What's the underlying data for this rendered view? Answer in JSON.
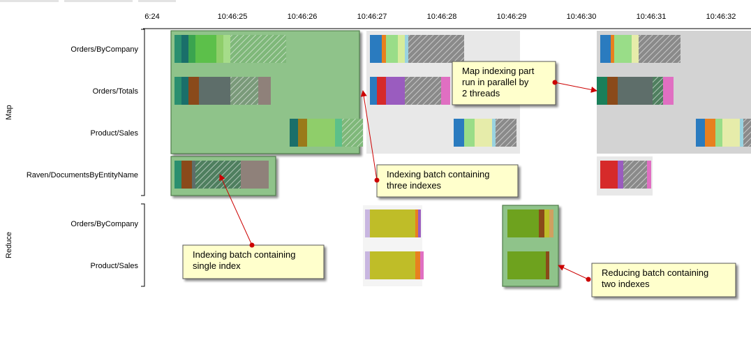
{
  "chart_data": {
    "type": "timeline",
    "x_ticks": [
      "6:24",
      "10:46:25",
      "10:46:26",
      "10:46:27",
      "10:46:28",
      "10:46:29",
      "10:46:30",
      "10:46:31",
      "10:46:32"
    ],
    "x_unit_start_seconds": 24,
    "groups": [
      {
        "name": "Map",
        "rows": [
          "Orders/ByCompany",
          "Orders/Totals",
          "Product/Sales",
          "Raven/DocumentsByEntityName"
        ]
      },
      {
        "name": "Reduce",
        "rows": [
          "Orders/ByCompany",
          "Product/Sales"
        ]
      }
    ],
    "batches": [
      {
        "group": "Map",
        "start": 24.2,
        "end": 26.9,
        "rows": [
          0,
          1,
          2
        ],
        "style": "selected"
      },
      {
        "group": "Map",
        "start": 27.0,
        "end": 29.2,
        "rows": [
          0,
          1,
          2
        ],
        "style": "light"
      },
      {
        "group": "Map",
        "start": 24.2,
        "end": 25.7,
        "rows": [
          3
        ],
        "style": "selected"
      },
      {
        "group": "Map",
        "start": 30.3,
        "end": 32.7,
        "rows": [
          0,
          1,
          2
        ],
        "style": "dark"
      },
      {
        "group": "Map",
        "start": 30.3,
        "end": 31.1,
        "rows": [
          3
        ],
        "style": "light"
      },
      {
        "group": "Reduce",
        "start": 26.95,
        "end": 27.8,
        "rows": [
          0,
          1
        ],
        "style": "white"
      },
      {
        "group": "Reduce",
        "start": 28.95,
        "end": 29.75,
        "rows": [
          0,
          1
        ],
        "style": "selected"
      }
    ],
    "segments": [
      {
        "row": 0,
        "start": 24.25,
        "end": 24.35,
        "color": "#2a8f6f"
      },
      {
        "row": 0,
        "start": 24.35,
        "end": 24.45,
        "color": "#1a6f6a"
      },
      {
        "row": 0,
        "start": 24.45,
        "end": 24.55,
        "color": "#3aa44f"
      },
      {
        "row": 0,
        "start": 24.55,
        "end": 24.85,
        "color": "#5cc04a"
      },
      {
        "row": 0,
        "start": 24.85,
        "end": 24.95,
        "color": "#8fce6a"
      },
      {
        "row": 0,
        "start": 24.95,
        "end": 25.05,
        "color": "#a6dc8a"
      },
      {
        "row": 0,
        "start": 25.05,
        "end": 25.85,
        "color": "#7fb87a",
        "hatch": true
      },
      {
        "row": 0,
        "start": 27.05,
        "end": 27.22,
        "color": "#2a7bbf"
      },
      {
        "row": 0,
        "start": 27.22,
        "end": 27.28,
        "color": "#e8801f"
      },
      {
        "row": 0,
        "start": 27.28,
        "end": 27.45,
        "color": "#99dd88"
      },
      {
        "row": 0,
        "start": 27.45,
        "end": 27.55,
        "color": "#d6ec9c"
      },
      {
        "row": 0,
        "start": 27.55,
        "end": 27.6,
        "color": "#9ad3e0"
      },
      {
        "row": 0,
        "start": 27.6,
        "end": 28.4,
        "color": "#8a8a8a",
        "hatch": true
      },
      {
        "row": 1,
        "start": 24.25,
        "end": 24.35,
        "color": "#2a8f6f"
      },
      {
        "row": 1,
        "start": 24.35,
        "end": 24.45,
        "color": "#1a6f6a"
      },
      {
        "row": 1,
        "start": 24.45,
        "end": 24.6,
        "color": "#8a4a1a"
      },
      {
        "row": 1,
        "start": 24.6,
        "end": 25.05,
        "color": "#5e6e6a"
      },
      {
        "row": 1,
        "start": 25.05,
        "end": 25.45,
        "color": "#7a9a7a",
        "hatch": true
      },
      {
        "row": 1,
        "start": 25.45,
        "end": 25.63,
        "color": "#8f817a"
      },
      {
        "row": 1,
        "start": 27.05,
        "end": 27.15,
        "color": "#2a7bbf"
      },
      {
        "row": 1,
        "start": 27.15,
        "end": 27.28,
        "color": "#d62a2a"
      },
      {
        "row": 1,
        "start": 27.28,
        "end": 27.55,
        "color": "#9a5cbf"
      },
      {
        "row": 1,
        "start": 27.55,
        "end": 28.07,
        "color": "#8a8a8a",
        "hatch": true
      },
      {
        "row": 1,
        "start": 28.07,
        "end": 28.2,
        "color": "#e06fc2"
      },
      {
        "row": 2,
        "start": 25.9,
        "end": 26.02,
        "color": "#1a6f6a"
      },
      {
        "row": 2,
        "start": 26.02,
        "end": 26.15,
        "color": "#9a7a1a"
      },
      {
        "row": 2,
        "start": 26.15,
        "end": 26.55,
        "color": "#8fce6a"
      },
      {
        "row": 2,
        "start": 26.55,
        "end": 26.65,
        "color": "#5cc08a"
      },
      {
        "row": 2,
        "start": 26.65,
        "end": 26.95,
        "color": "#7fb87a",
        "hatch": true
      },
      {
        "row": 2,
        "start": 28.25,
        "end": 28.4,
        "color": "#2a7bbf"
      },
      {
        "row": 2,
        "start": 28.4,
        "end": 28.55,
        "color": "#99dd88"
      },
      {
        "row": 2,
        "start": 28.55,
        "end": 28.8,
        "color": "#e6ecaa"
      },
      {
        "row": 2,
        "start": 28.8,
        "end": 28.85,
        "color": "#9ad3e0"
      },
      {
        "row": 2,
        "start": 28.85,
        "end": 29.15,
        "color": "#8a8a8a",
        "hatch": true
      },
      {
        "row": 3,
        "start": 24.25,
        "end": 24.35,
        "color": "#2a8f6f"
      },
      {
        "row": 3,
        "start": 24.35,
        "end": 24.5,
        "color": "#8a4a1a"
      },
      {
        "row": 3,
        "start": 24.5,
        "end": 24.55,
        "color": "#5e6e6a"
      },
      {
        "row": 3,
        "start": 24.55,
        "end": 25.2,
        "color": "#4f7f5f",
        "hatch": true
      },
      {
        "row": 3,
        "start": 25.2,
        "end": 25.6,
        "color": "#8f817a"
      },
      {
        "row": 0,
        "start": 30.35,
        "end": 30.5,
        "color": "#2a7bbf"
      },
      {
        "row": 0,
        "start": 30.5,
        "end": 30.55,
        "color": "#e8801f"
      },
      {
        "row": 0,
        "start": 30.55,
        "end": 30.8,
        "color": "#99dd88"
      },
      {
        "row": 0,
        "start": 30.8,
        "end": 30.9,
        "color": "#e6ecaa"
      },
      {
        "row": 0,
        "start": 30.9,
        "end": 31.5,
        "color": "#8a8a8a",
        "hatch": true
      },
      {
        "row": 1,
        "start": 30.3,
        "end": 30.45,
        "color": "#1a7f5a"
      },
      {
        "row": 1,
        "start": 30.45,
        "end": 30.6,
        "color": "#8a4a1a"
      },
      {
        "row": 1,
        "start": 30.6,
        "end": 31.1,
        "color": "#5e6e6a"
      },
      {
        "row": 1,
        "start": 31.1,
        "end": 31.25,
        "color": "#4f7f5f",
        "hatch": true
      },
      {
        "row": 1,
        "start": 31.25,
        "end": 31.4,
        "color": "#e06fc2"
      },
      {
        "row": 2,
        "start": 31.72,
        "end": 31.85,
        "color": "#2a7bbf"
      },
      {
        "row": 2,
        "start": 31.85,
        "end": 32.0,
        "color": "#e8801f"
      },
      {
        "row": 2,
        "start": 32.0,
        "end": 32.1,
        "color": "#99dd88"
      },
      {
        "row": 2,
        "start": 32.1,
        "end": 32.35,
        "color": "#e6ecaa"
      },
      {
        "row": 2,
        "start": 32.35,
        "end": 32.4,
        "color": "#9ad3e0"
      },
      {
        "row": 2,
        "start": 32.4,
        "end": 32.7,
        "color": "#8a8a8a",
        "hatch": true
      },
      {
        "row": 3,
        "start": 30.35,
        "end": 30.6,
        "color": "#d62a2a"
      },
      {
        "row": 3,
        "start": 30.6,
        "end": 30.68,
        "color": "#9a5cbf"
      },
      {
        "row": 3,
        "start": 30.68,
        "end": 31.02,
        "color": "#8a8a8a",
        "hatch": true
      },
      {
        "row": 3,
        "start": 31.02,
        "end": 31.08,
        "color": "#e06fc2"
      },
      {
        "row": 4,
        "start": 26.98,
        "end": 27.05,
        "color": "#c8b6e0"
      },
      {
        "row": 4,
        "start": 27.05,
        "end": 27.7,
        "color": "#bfbd28"
      },
      {
        "row": 4,
        "start": 27.7,
        "end": 27.74,
        "color": "#e8801f"
      },
      {
        "row": 4,
        "start": 27.74,
        "end": 27.78,
        "color": "#9a5cbf"
      },
      {
        "row": 5,
        "start": 26.98,
        "end": 27.05,
        "color": "#c8b6e0"
      },
      {
        "row": 5,
        "start": 27.05,
        "end": 27.7,
        "color": "#bfbd28"
      },
      {
        "row": 5,
        "start": 27.7,
        "end": 27.77,
        "color": "#e8801f"
      },
      {
        "row": 5,
        "start": 27.77,
        "end": 27.82,
        "color": "#e06fc2"
      },
      {
        "row": 4,
        "start": 29.02,
        "end": 29.47,
        "color": "#6ea21e"
      },
      {
        "row": 4,
        "start": 29.47,
        "end": 29.55,
        "color": "#8a4a1a"
      },
      {
        "row": 4,
        "start": 29.55,
        "end": 29.62,
        "color": "#bfbd28"
      },
      {
        "row": 4,
        "start": 29.62,
        "end": 29.68,
        "color": "#d0a060"
      },
      {
        "row": 5,
        "start": 29.02,
        "end": 29.57,
        "color": "#6ea21e"
      },
      {
        "row": 5,
        "start": 29.57,
        "end": 29.62,
        "color": "#8a4a1a"
      }
    ],
    "annotations": [
      {
        "text_lines": [
          "Map indexing part",
          "run in parallel by",
          "2 threads"
        ],
        "target": {
          "row": 1,
          "x": 30.3
        }
      },
      {
        "text_lines": [
          "Indexing batch containing",
          " three indexes"
        ],
        "target": {
          "row": 1,
          "x": 26.95
        }
      },
      {
        "text_lines": [
          "Indexing batch containing",
          "single index"
        ],
        "target": {
          "row": 3,
          "x": 24.9
        }
      },
      {
        "text_lines": [
          "Reducing batch containing",
          "two indexes"
        ],
        "target": {
          "row": 5,
          "x": 29.75
        }
      }
    ]
  },
  "colors": {
    "selected_fill": "#8fc38a",
    "selected_stroke": "#4f7a4a",
    "light_batch": "#e8e8e8",
    "dark_batch": "#d3d3d3",
    "callout_fill": "#ffffcc",
    "arrow": "#cc0000"
  }
}
